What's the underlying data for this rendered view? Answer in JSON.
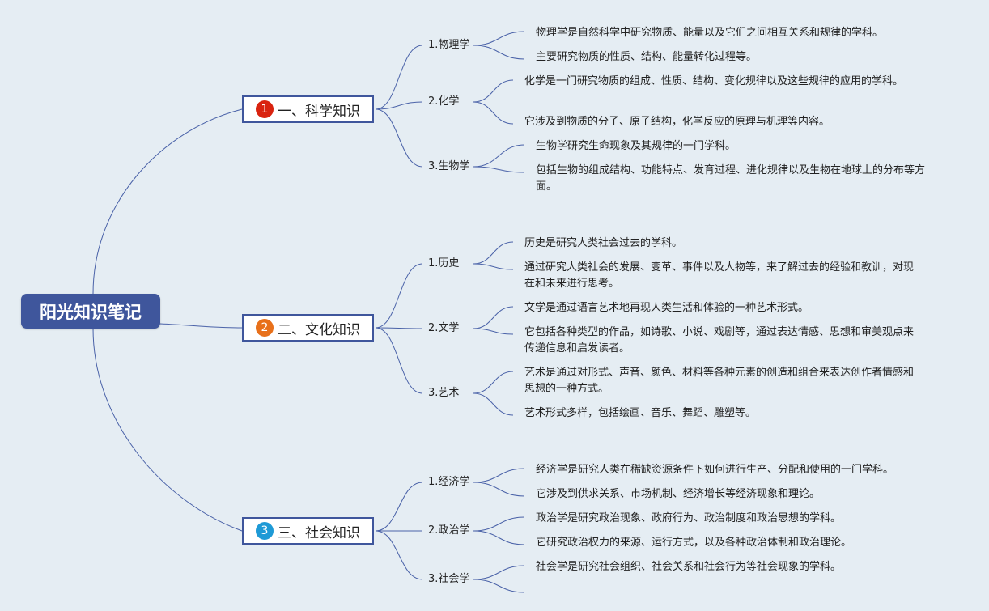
{
  "root": {
    "title": "阳光知识笔记",
    "color": "#3f569c"
  },
  "branches": [
    {
      "badge": "1",
      "badge_color": "#d9230f",
      "label": "一、科学知识",
      "children": [
        {
          "label": "1.物理学",
          "leaves": [
            "物理学是自然科学中研究物质、能量以及它们之间相互关系和规律的学科。",
            "主要研究物质的性质、结构、能量转化过程等。"
          ]
        },
        {
          "label": "2.化学",
          "leaves": [
            "化学是一门研究物质的组成、性质、结构、变化规律以及这些规律的应用的学科。",
            "它涉及到物质的分子、原子结构，化学反应的原理与机理等内容。"
          ]
        },
        {
          "label": "3.生物学",
          "leaves": [
            "生物学研究生命现象及其规律的一门学科。",
            "包括生物的组成结构、功能特点、发育过程、进化规律以及生物在地球上的分布等方面。"
          ]
        }
      ]
    },
    {
      "badge": "2",
      "badge_color": "#e8701a",
      "label": "二、文化知识",
      "children": [
        {
          "label": "1.历史",
          "leaves": [
            "历史是研究人类社会过去的学科。",
            "通过研究人类社会的发展、变革、事件以及人物等，来了解过去的经验和教训，对现在和未来进行思考。"
          ]
        },
        {
          "label": "2.文学",
          "leaves": [
            "文学是通过语言艺术地再现人类生活和体验的一种艺术形式。",
            "它包括各种类型的作品，如诗歌、小说、戏剧等，通过表达情感、思想和审美观点来传递信息和启发读者。"
          ]
        },
        {
          "label": "3.艺术",
          "leaves": [
            "艺术是通过对形式、声音、颜色、材料等各种元素的创造和组合来表达创作者情感和思想的一种方式。",
            "艺术形式多样，包括绘画、音乐、舞蹈、雕塑等。"
          ]
        }
      ]
    },
    {
      "badge": "3",
      "badge_color": "#1e9ad6",
      "label": "三、社会知识",
      "children": [
        {
          "label": "1.经济学",
          "leaves": [
            "经济学是研究人类在稀缺资源条件下如何进行生产、分配和使用的一门学科。",
            "它涉及到供求关系、市场机制、经济增长等经济现象和理论。"
          ]
        },
        {
          "label": "2.政治学",
          "leaves": [
            "政治学是研究政治现象、政府行为、政治制度和政治思想的学科。",
            "它研究政治权力的来源、运行方式，以及各种政治体制和政治理论。"
          ]
        },
        {
          "label": "3.社会学",
          "leaves": [
            "社会学是研究社会组织、社会关系和社会行为等社会现象的学科。",
            ""
          ]
        }
      ]
    }
  ]
}
